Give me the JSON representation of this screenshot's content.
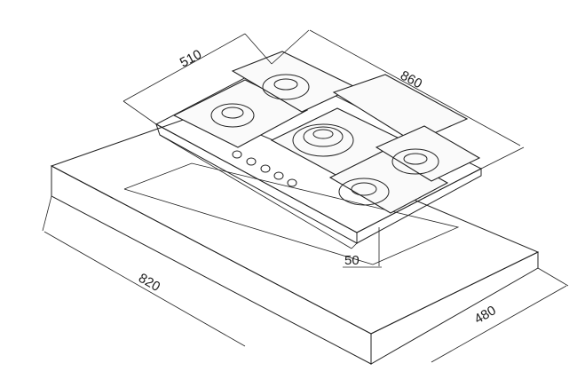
{
  "dimensions": {
    "hob_depth": "510",
    "hob_width": "860",
    "hob_height": "50",
    "cutout_width": "820",
    "cutout_depth": "480"
  },
  "colors": {
    "line": "#222222",
    "text": "#1a1a1a",
    "background": "#ffffff"
  }
}
